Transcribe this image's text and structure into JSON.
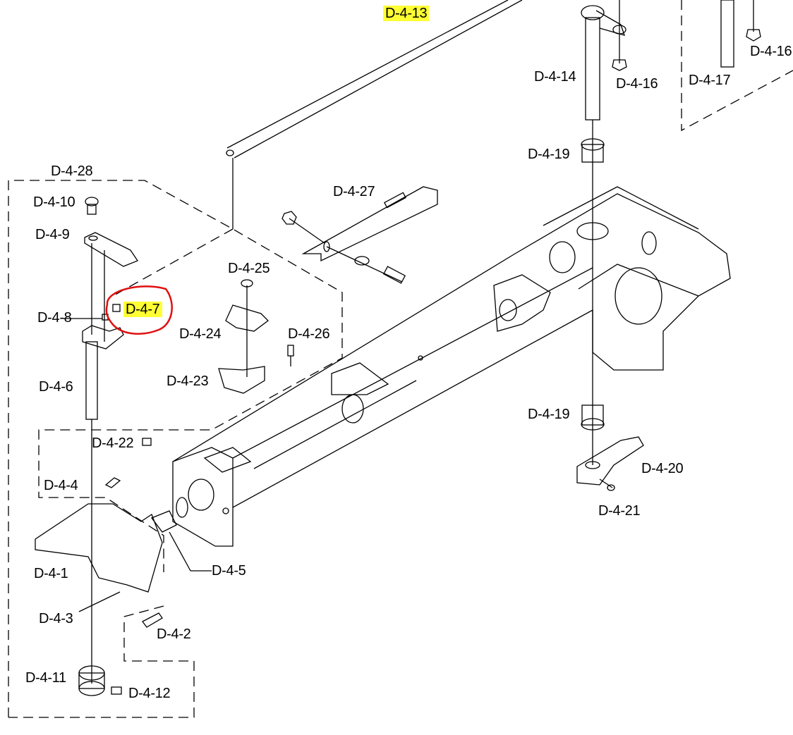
{
  "diagram": {
    "highlight_color": "#ffff33",
    "circle_color": "#e01010",
    "labels": {
      "d4_13": "D-4-13",
      "d4_14": "D-4-14",
      "d4_16": "D-4-16",
      "d4_17": "D-4-17",
      "d4_16b": "D-4-16",
      "d4_19a": "D-4-19",
      "d4_28": "D-4-28",
      "d4_10": "D-4-10",
      "d4_27": "D-4-27",
      "d4_9": "D-4-9",
      "d4_25": "D-4-25",
      "d4_7": "D-4-7",
      "d4_8": "D-4-8",
      "d4_24": "D-4-24",
      "d4_26": "D-4-26",
      "d4_6": "D-4-6",
      "d4_23": "D-4-23",
      "d4_19b": "D-4-19",
      "d4_22": "D-4-22",
      "d4_20": "D-4-20",
      "d4_4": "D-4-4",
      "d4_21": "D-4-21",
      "d4_5": "D-4-5",
      "d4_1": "D-4-1",
      "d4_3": "D-4-3",
      "d4_2": "D-4-2",
      "d4_11": "D-4-11",
      "d4_12": "D-4-12"
    }
  }
}
